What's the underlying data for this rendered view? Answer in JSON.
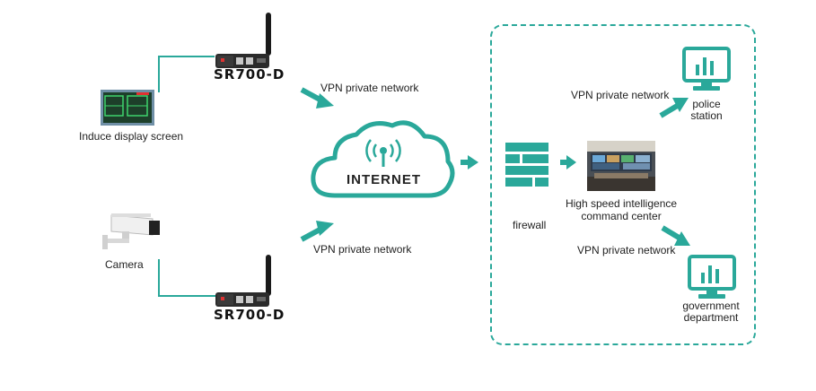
{
  "routers": [
    {
      "label": "SR700-D"
    },
    {
      "label": "SR700-D"
    }
  ],
  "devices": {
    "display_screen": "Induce display screen",
    "camera": "Camera"
  },
  "vpn_labels": {
    "top_left": "VPN private network",
    "bottom_left": "VPN private network",
    "police": "VPN private network",
    "government": "VPN private network"
  },
  "internet": {
    "label": "INTERNET"
  },
  "firewall": {
    "label": "firewall"
  },
  "command_center": {
    "line1": "High speed intelligence",
    "line2": "command center"
  },
  "police_station": {
    "line1": "police",
    "line2": "station"
  },
  "government_department": {
    "line1": "government",
    "line2": "department"
  },
  "colors": {
    "accent": "#2aa89a",
    "dark": "#222222"
  }
}
